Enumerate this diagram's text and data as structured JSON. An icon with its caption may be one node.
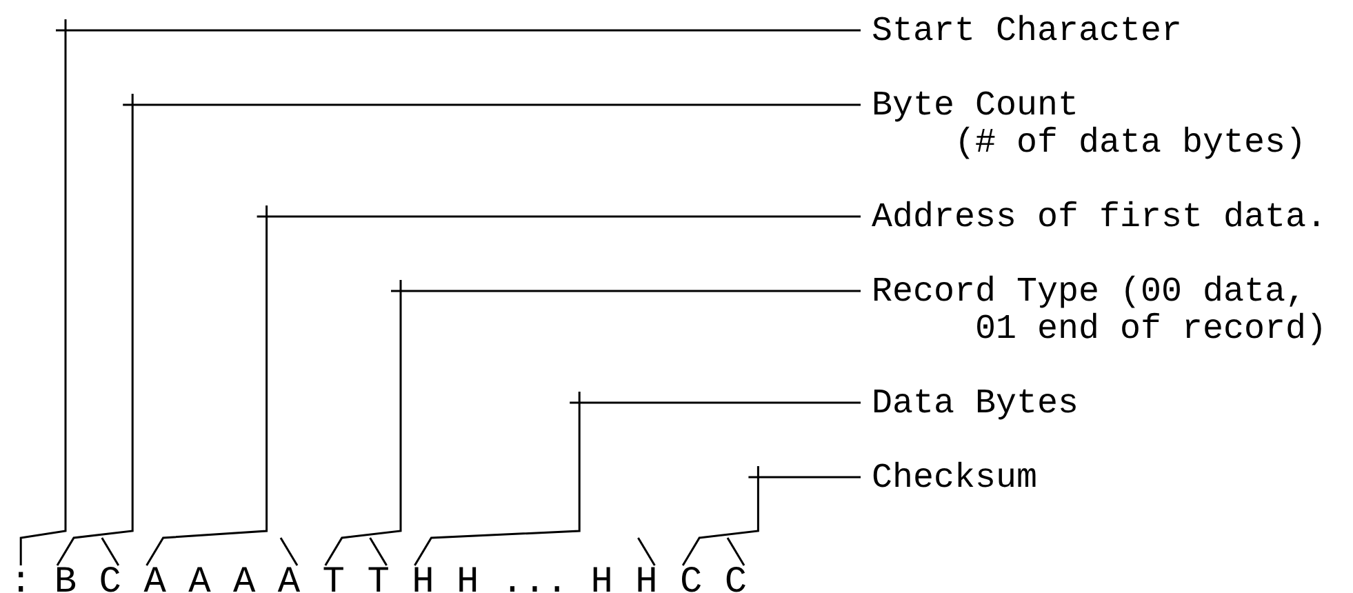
{
  "diagram": {
    "nodes": [
      {
        "text": [
          "Start Character"
        ]
      },
      {
        "text": [
          "Byte Count",
          "(# of data bytes)"
        ]
      },
      {
        "text": [
          "Address of first data."
        ]
      },
      {
        "text": [
          "Record Type (00 data, 01 end of record)"
        ]
      },
      {
        "text": [
          "Data Bytes"
        ]
      },
      {
        "text": [
          "Checksum"
        ]
      },
      {
        "text": [
          ":"
        ]
      },
      {
        "text": [
          "B C"
        ]
      },
      {
        "text": [
          "A A A A"
        ]
      },
      {
        "text": [
          "T T"
        ]
      },
      {
        "text": [
          "H H ... H H"
        ]
      },
      {
        "text": [
          "C C"
        ]
      }
    ],
    "edges": [
      {
        "from": 0,
        "to": 6,
        "arrow": "none"
      },
      {
        "from": 1,
        "to": 7,
        "arrow": "none"
      },
      {
        "from": 2,
        "to": 8,
        "arrow": "none"
      },
      {
        "from": 3,
        "to": 9,
        "arrow": "none"
      },
      {
        "from": 4,
        "to": 10,
        "arrow": "none"
      },
      {
        "from": 5,
        "to": 11,
        "arrow": "none"
      }
    ]
  }
}
